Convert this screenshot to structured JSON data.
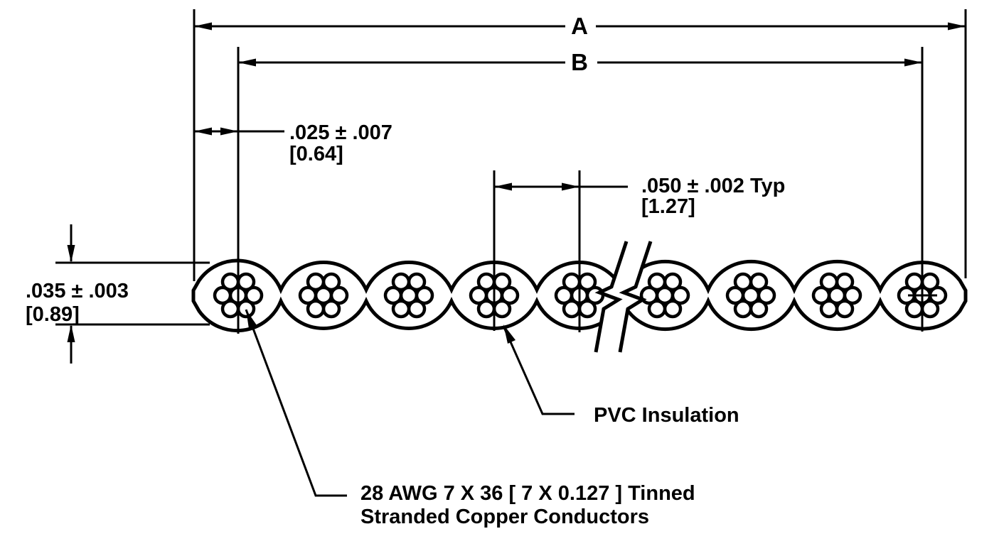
{
  "drawing": {
    "colors": {
      "ink": "#000000",
      "background": "#ffffff"
    },
    "dimensions": {
      "overall_width": {
        "label": "A"
      },
      "conductor_span": {
        "label": "B"
      },
      "edge_margin": {
        "value_in": ".025 ± .007",
        "value_mm": "[0.64]"
      },
      "pitch": {
        "value_in": ".050 ± .002 Typ",
        "value_mm": "[1.27]"
      },
      "thickness": {
        "value_in": ".035 ± .003",
        "value_mm": "[0.89]"
      }
    },
    "callouts": {
      "insulation": "PVC Insulation",
      "conductor_line1": "28 AWG 7 X 36 [ 7 X 0.127 ] Tinned",
      "conductor_line2": "Stranded Copper Conductors"
    },
    "figure": {
      "conductors_shown": 9,
      "strands_per_conductor": 7
    }
  }
}
